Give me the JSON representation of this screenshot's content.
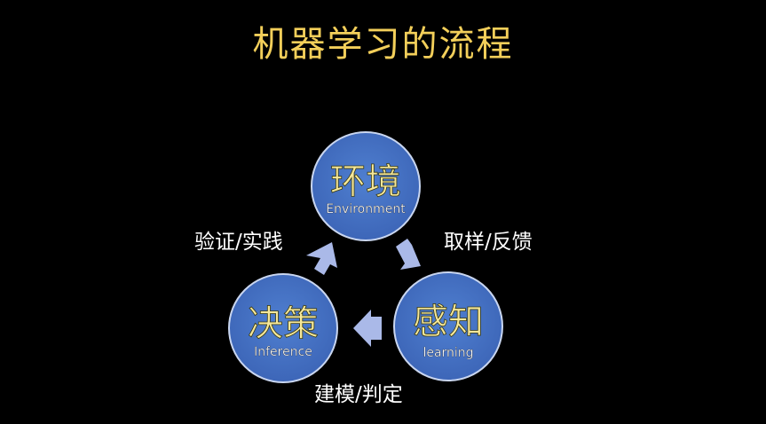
{
  "title": "机器学习的流程",
  "nodes": {
    "environment": {
      "title": "环境",
      "subtitle": "Environment"
    },
    "perception": {
      "title": "感知",
      "subtitle": "learning"
    },
    "decision": {
      "title": "决策",
      "subtitle": "Inference"
    }
  },
  "edges": {
    "sampling": "取样/反馈",
    "modeling": "建模/判定",
    "validation": "验证/实践"
  },
  "colors": {
    "background": "#000000",
    "title": "#f3cf5a",
    "node_fill": "#4472c4",
    "node_border": "#c9d6f0",
    "node_text": "#f6e89a",
    "arrow": "#aab9e8",
    "label": "#ffffff"
  }
}
